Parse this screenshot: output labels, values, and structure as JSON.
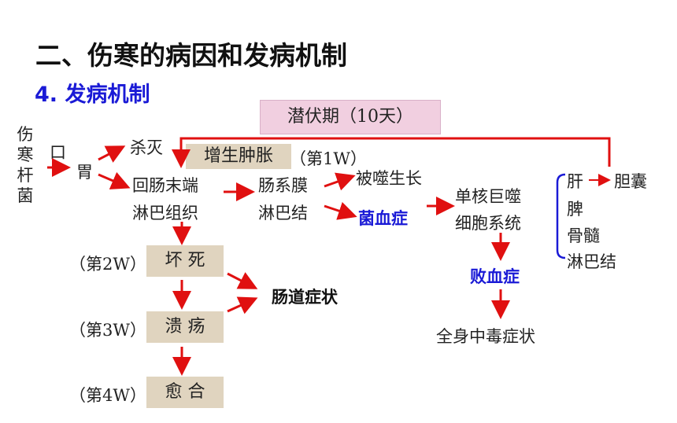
{
  "title": "二、伤寒的病因和发病机制",
  "subtitle": "4. 发病机制",
  "nodes": {
    "bacteria": [
      "伤",
      "寒",
      "杆",
      "菌"
    ],
    "mouth": "口",
    "stomach": "胃",
    "kill": "杀灭",
    "incubation": "潜伏期（10天）",
    "hyperplasia": "增生肿胀",
    "week1": "（第1W）",
    "ileum_line1": "回肠末端",
    "ileum_line2": "淋巴组织",
    "mesentery_line1": "肠系膜",
    "mesentery_line2": "淋巴结",
    "phagocytosed": "被噬生长",
    "bacteremia": "菌血症",
    "mps_line1": "单核巨噬",
    "mps_line2": "细胞系统",
    "liver": "肝",
    "gallbladder": "胆囊",
    "spleen": "脾",
    "marrow": "骨髓",
    "lymph_node": "淋巴结",
    "week2": "（第2W）",
    "necrosis": "坏 死",
    "week3": "（第3W）",
    "ulcer": "溃 疡",
    "week4": "（第4W）",
    "healing": "愈 合",
    "intestinal_symptoms": "肠道症状",
    "septicemia": "败血症",
    "systemic_symptoms": "全身中毒症状"
  },
  "colors": {
    "arrow": "#e01010",
    "blue_text": "#1a1ad6",
    "pink_box": "#f1cfe0",
    "tan_box": "#e0d4bf"
  }
}
